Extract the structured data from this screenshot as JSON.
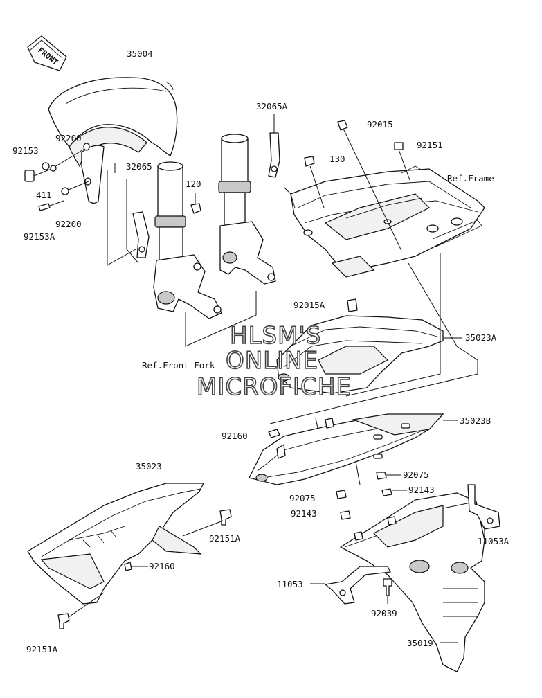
{
  "front_badge": "FRONT",
  "labels": {
    "p35004": "35004",
    "p32065A": "32065A",
    "p92015": "92015",
    "p92151": "92151",
    "p130": "130",
    "refFrame": "Ref.Frame",
    "p92200a": "92200",
    "p92153": "92153",
    "p411": "411",
    "p92200b": "92200",
    "p92153A": "92153A",
    "p32065": "32065",
    "p120": "120",
    "p92015A": "92015A",
    "p35023A": "35023A",
    "refFrontFork": "Ref.Front Fork",
    "p35023B": "35023B",
    "p92160a": "92160",
    "p35023": "35023",
    "p92075a": "92075",
    "p92075b": "92075",
    "p92143a": "92143",
    "p92143b": "92143",
    "p92151Aa": "92151A",
    "p11053A": "11053A",
    "p92160b": "92160",
    "p11053": "11053",
    "p92039": "92039",
    "p92151Ab": "92151A",
    "p35019": "35019"
  },
  "watermark": {
    "line1": "HLSM'S",
    "line2": "ONLINE",
    "line3": "MICROFICHE"
  }
}
